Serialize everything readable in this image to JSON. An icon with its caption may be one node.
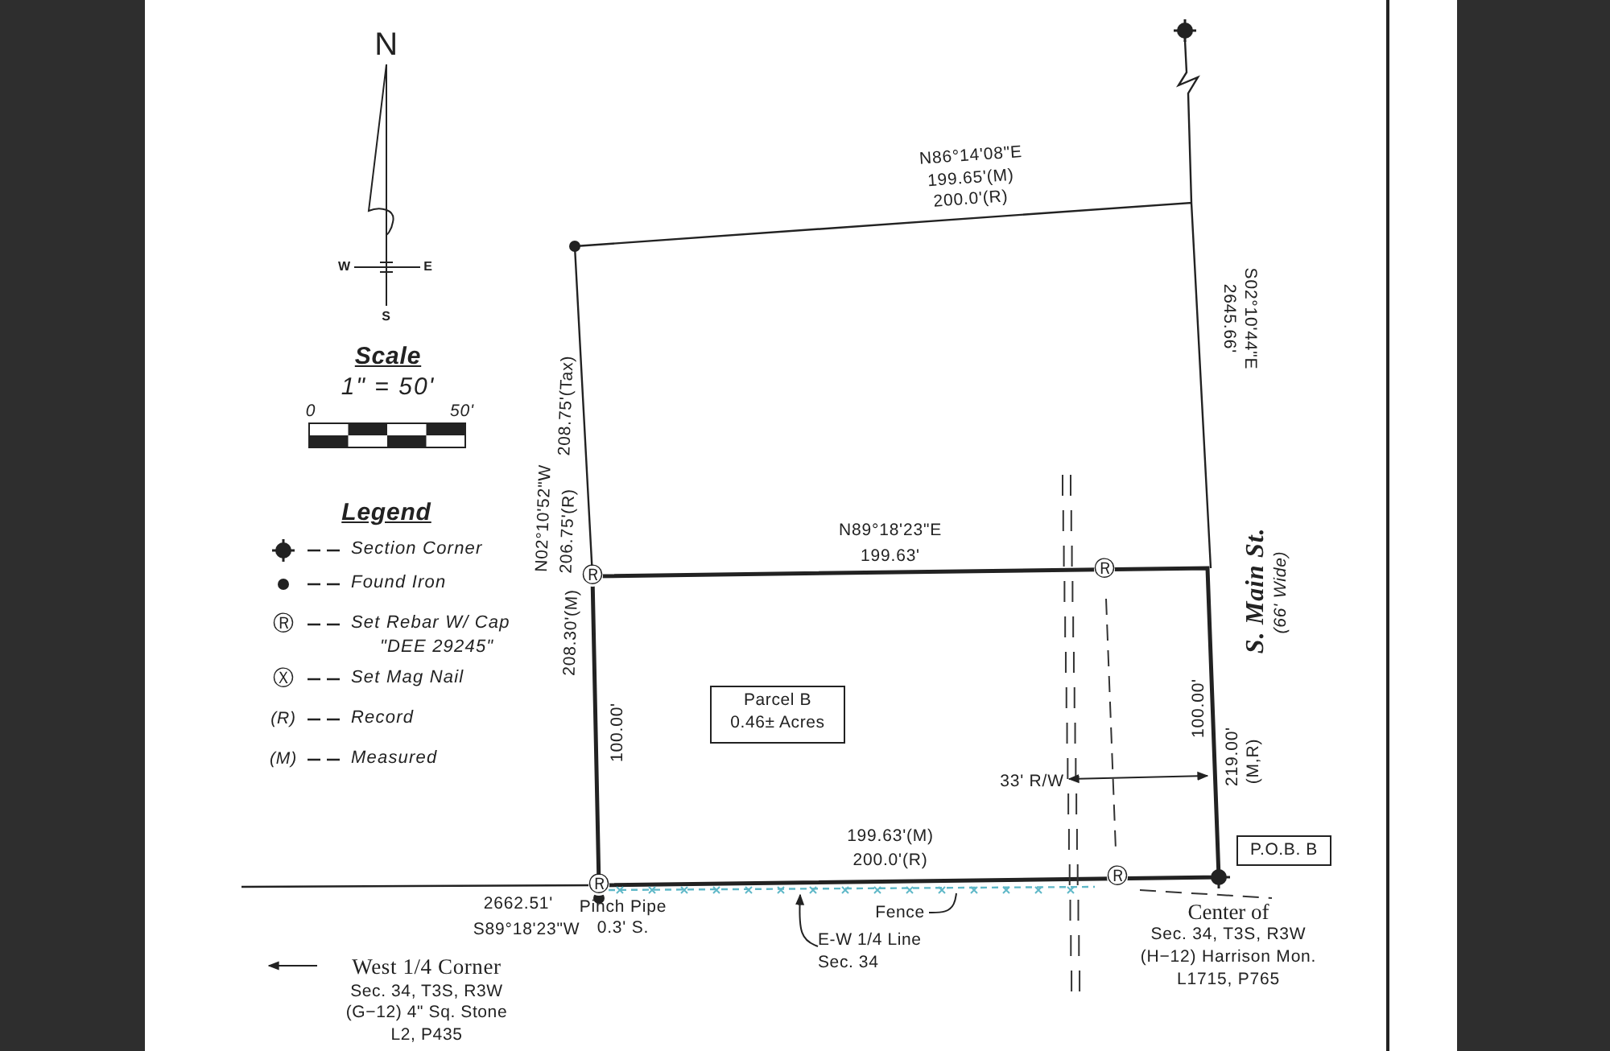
{
  "diagram": {
    "nodes": [
      {
        "text": [
          "Parcel B",
          "0.46± Acres"
        ]
      },
      {
        "text": [
          "P.O.B. B"
        ]
      },
      {
        "text": [
          "Fence"
        ]
      },
      {
        "text": [
          "E-W 1/4 Line Sec. 34"
        ]
      },
      {
        "text": [
          "West 1/4 Corner",
          "Sec. 34, T3S, R3W",
          "(G−12) 4\" Sq. Stone",
          "L2, P435"
        ]
      }
    ],
    "edges": [
      {
        "from": 2,
        "to": null,
        "arrow": "none"
      },
      {
        "from": 3,
        "to": null,
        "arrow": "to"
      },
      {
        "from": 4,
        "to": null,
        "arrow": "to"
      }
    ],
    "labels": [
      "N",
      "W",
      "E",
      "S",
      "N86°14'08\"E",
      "199.65'(M)",
      "200.0'(R)",
      "2645.66'",
      "S02°10'44\"E",
      "Scale",
      "1\" = 50'",
      "0",
      "50'",
      "208.75'(Tax)",
      "N02°10'52\"W",
      "206.75'(R)",
      "Legend",
      "N89°18'23\"E",
      "199.63'",
      "S. Main St.",
      "(66' Wide)",
      "Ⓡ",
      "Ⓧ",
      "(R)",
      "(M)",
      "Ⓡ",
      "Ⓡ",
      "208.30'(M)",
      "100.00'",
      "100.00'",
      "33' R/W",
      "219.00'",
      "(M,R)",
      "199.63'(M)",
      "200.0'(R)",
      "Ⓡ",
      "Ⓡ",
      "2662.51'",
      "S89°18'23\"W",
      "Pinch Pipe 0.3' S.",
      "Center of",
      "Sec. 34, T3S, R3W",
      "(H−12) Harrison Mon.",
      "L1715, P765"
    ],
    "legend": [
      {
        "text": "Section Corner"
      },
      {
        "text": "Found Iron"
      },
      {
        "text": "Set Rebar W/ Cap \"DEE 29245\""
      },
      {
        "text": "Set Mag Nail"
      },
      {
        "text": "Record"
      },
      {
        "text": "Measured"
      }
    ]
  }
}
